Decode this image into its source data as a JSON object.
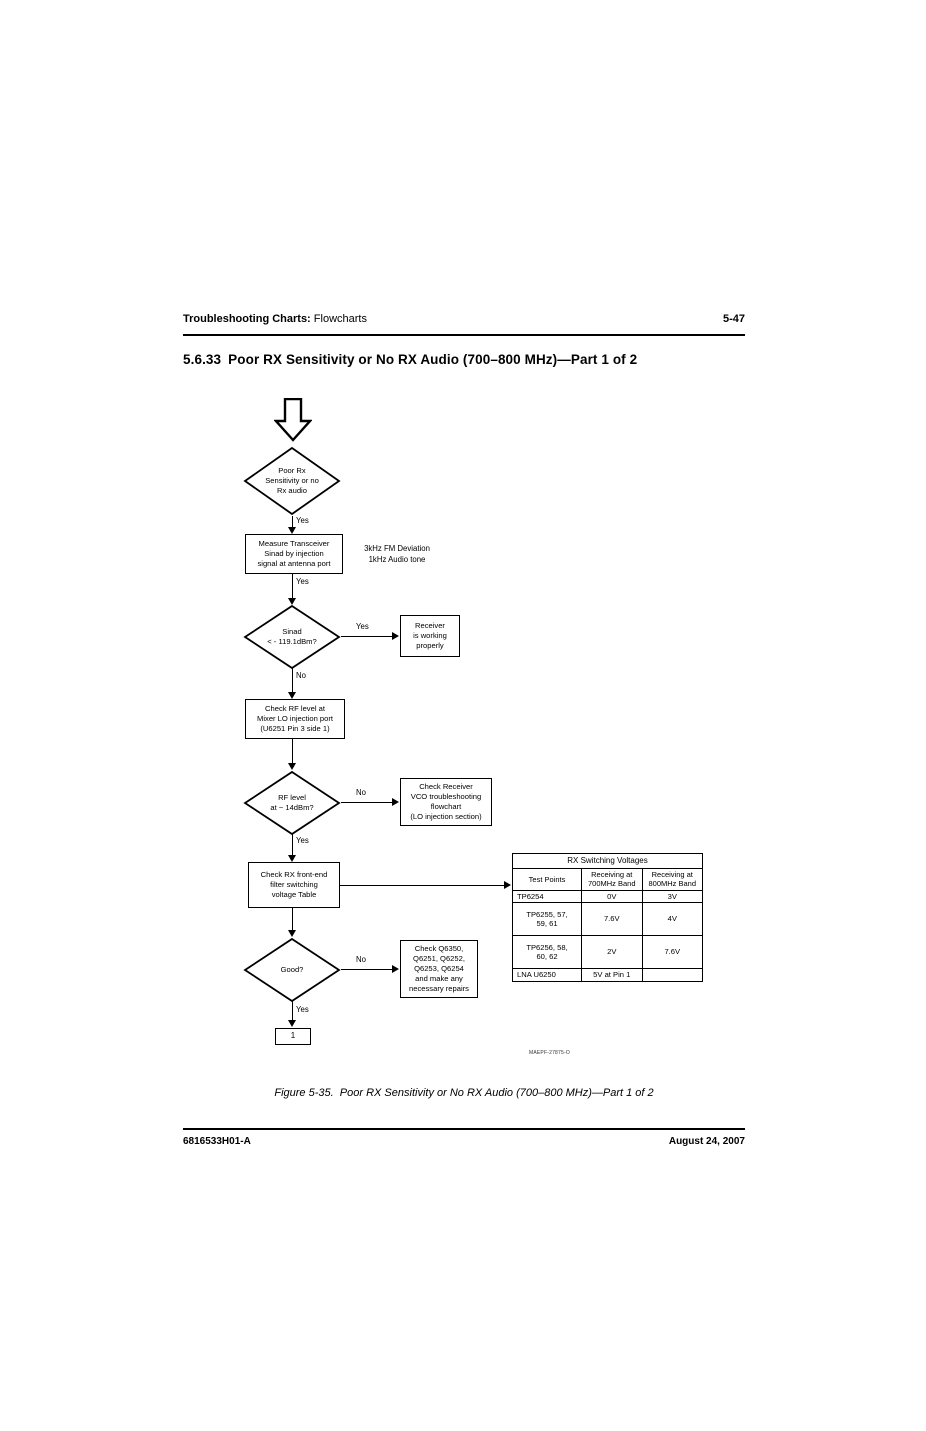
{
  "header": {
    "left_bold": "Troubleshooting Charts:",
    "left_rest": "Flowcharts",
    "page_number": "5-47"
  },
  "section": {
    "number": "5.6.33",
    "title": "Poor RX Sensitivity or No RX Audio (700–800 MHz)—Part 1 of 2"
  },
  "flowchart": {
    "start_arrow": "start-arrow",
    "nodes": [
      {
        "id": "n1",
        "shape": "diamond",
        "text": "Poor Rx\nSensitivity or no\nRx audio"
      },
      {
        "id": "n2",
        "shape": "process",
        "text": "Measure Transceiver\nSinad by injection\nsignal at antenna port"
      },
      {
        "id": "n3",
        "shape": "diamond",
        "text": "Sinad\n< - 119.1dBm?"
      },
      {
        "id": "n4",
        "shape": "process",
        "text": "Receiver\nis working\nproperly"
      },
      {
        "id": "n5",
        "shape": "process",
        "text": "Check RF level at\nMixer LO injection port\n(U6251 Pin 3 side 1)"
      },
      {
        "id": "n6",
        "shape": "diamond",
        "text": "RF level\nat ~ 14dBm?"
      },
      {
        "id": "n7",
        "shape": "process",
        "text": "Check Receiver\nVCO troubleshooting\nflowchart\n(LO injection section)"
      },
      {
        "id": "n8",
        "shape": "process",
        "text": "Check RX front-end\nfilter switching\nvoltage Table"
      },
      {
        "id": "n9",
        "shape": "diamond",
        "text": "Good?"
      },
      {
        "id": "n10",
        "shape": "process",
        "text": "Check Q6350,\nQ6251, Q6252,\nQ6253, Q6254\nand make any\nnecessary repairs"
      },
      {
        "id": "n11",
        "shape": "terminal",
        "text": "1"
      }
    ],
    "note": "3kHz FM Deviation\n1kHz Audio tone",
    "edge_labels": {
      "n1_yes": "Yes",
      "n2_yes": "Yes",
      "n3_yes": "Yes",
      "n3_no": "No",
      "n6_no": "No",
      "n6_yes": "Yes",
      "n9_no": "No",
      "n9_yes": "Yes"
    }
  },
  "table": {
    "title": "RX Switching Voltages",
    "columns": [
      "Test Points",
      "Receiving at\n700MHz Band",
      "Receiving at\n800MHz Band"
    ],
    "columns_flat": {
      "test_points": "Test Points",
      "band700_l1": "Receiving at",
      "band700_l2": "700MHz Band",
      "band800_l1": "Receiving at",
      "band800_l2": "800MHz Band"
    },
    "rows": [
      {
        "test_point": "TP6254",
        "band_700": "0V",
        "band_800": "3V"
      },
      {
        "test_point": "TP6255, 57,\n59, 61",
        "band_700": "7.6V",
        "band_800": "4V"
      },
      {
        "test_point": "TP6256, 58,\n60, 62",
        "band_700": "2V",
        "band_800": "7.6V"
      },
      {
        "test_point": "LNA U6250",
        "band_700": "5V at Pin 1",
        "band_800": ""
      }
    ]
  },
  "figure_code": "MAEPF-27875-O",
  "caption": {
    "label": "Figure 5-35.",
    "text": "Poor RX Sensitivity or No RX Audio (700–800 MHz)—Part 1 of 2"
  },
  "footer": {
    "document_number": "6816533H01-A",
    "date": "August 24, 2007"
  }
}
